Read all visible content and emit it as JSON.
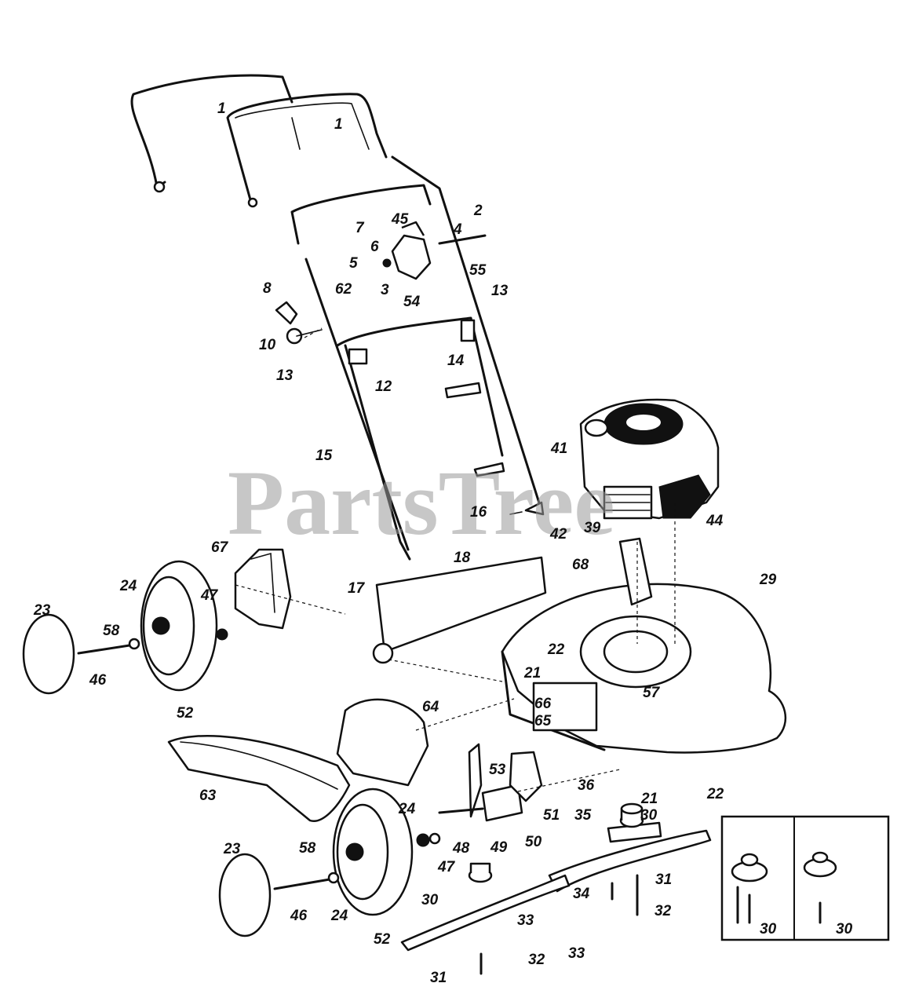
{
  "watermark": "PartsTree",
  "inset_label_left": "30",
  "inset_label_right": "30",
  "callouts": [
    {
      "id": "c1a",
      "label": "1"
    },
    {
      "id": "c1b",
      "label": "1"
    },
    {
      "id": "c2",
      "label": "2"
    },
    {
      "id": "c3",
      "label": "3"
    },
    {
      "id": "c4",
      "label": "4"
    },
    {
      "id": "c5",
      "label": "5"
    },
    {
      "id": "c6",
      "label": "6"
    },
    {
      "id": "c7",
      "label": "7"
    },
    {
      "id": "c8",
      "label": "8"
    },
    {
      "id": "c10",
      "label": "10"
    },
    {
      "id": "c12",
      "label": "12"
    },
    {
      "id": "c13a",
      "label": "13"
    },
    {
      "id": "c13b",
      "label": "13"
    },
    {
      "id": "c14",
      "label": "14"
    },
    {
      "id": "c15",
      "label": "15"
    },
    {
      "id": "c16",
      "label": "16"
    },
    {
      "id": "c17",
      "label": "17"
    },
    {
      "id": "c18",
      "label": "18"
    },
    {
      "id": "c21a",
      "label": "21"
    },
    {
      "id": "c21b",
      "label": "21"
    },
    {
      "id": "c22a",
      "label": "22"
    },
    {
      "id": "c22b",
      "label": "22"
    },
    {
      "id": "c23a",
      "label": "23"
    },
    {
      "id": "c23b",
      "label": "23"
    },
    {
      "id": "c24a",
      "label": "24"
    },
    {
      "id": "c24b",
      "label": "24"
    },
    {
      "id": "c24c",
      "label": "24"
    },
    {
      "id": "c29",
      "label": "29"
    },
    {
      "id": "c30a",
      "label": "30"
    },
    {
      "id": "c30b",
      "label": "30"
    },
    {
      "id": "c31a",
      "label": "31"
    },
    {
      "id": "c31b",
      "label": "31"
    },
    {
      "id": "c32a",
      "label": "32"
    },
    {
      "id": "c32b",
      "label": "32"
    },
    {
      "id": "c33a",
      "label": "33"
    },
    {
      "id": "c33b",
      "label": "33"
    },
    {
      "id": "c34",
      "label": "34"
    },
    {
      "id": "c35",
      "label": "35"
    },
    {
      "id": "c36",
      "label": "36"
    },
    {
      "id": "c39",
      "label": "39"
    },
    {
      "id": "c41",
      "label": "41"
    },
    {
      "id": "c42",
      "label": "42"
    },
    {
      "id": "c44",
      "label": "44"
    },
    {
      "id": "c45",
      "label": "45"
    },
    {
      "id": "c46a",
      "label": "46"
    },
    {
      "id": "c46b",
      "label": "46"
    },
    {
      "id": "c47a",
      "label": "47"
    },
    {
      "id": "c47b",
      "label": "47"
    },
    {
      "id": "c48",
      "label": "48"
    },
    {
      "id": "c49",
      "label": "49"
    },
    {
      "id": "c50",
      "label": "50"
    },
    {
      "id": "c51",
      "label": "51"
    },
    {
      "id": "c52a",
      "label": "52"
    },
    {
      "id": "c52b",
      "label": "52"
    },
    {
      "id": "c53",
      "label": "53"
    },
    {
      "id": "c54",
      "label": "54"
    },
    {
      "id": "c55",
      "label": "55"
    },
    {
      "id": "c57",
      "label": "57"
    },
    {
      "id": "c58a",
      "label": "58"
    },
    {
      "id": "c58b",
      "label": "58"
    },
    {
      "id": "c62",
      "label": "62"
    },
    {
      "id": "c63",
      "label": "63"
    },
    {
      "id": "c64",
      "label": "64"
    },
    {
      "id": "c65",
      "label": "65"
    },
    {
      "id": "c66",
      "label": "66"
    },
    {
      "id": "c67",
      "label": "67"
    },
    {
      "id": "c68",
      "label": "68"
    }
  ]
}
